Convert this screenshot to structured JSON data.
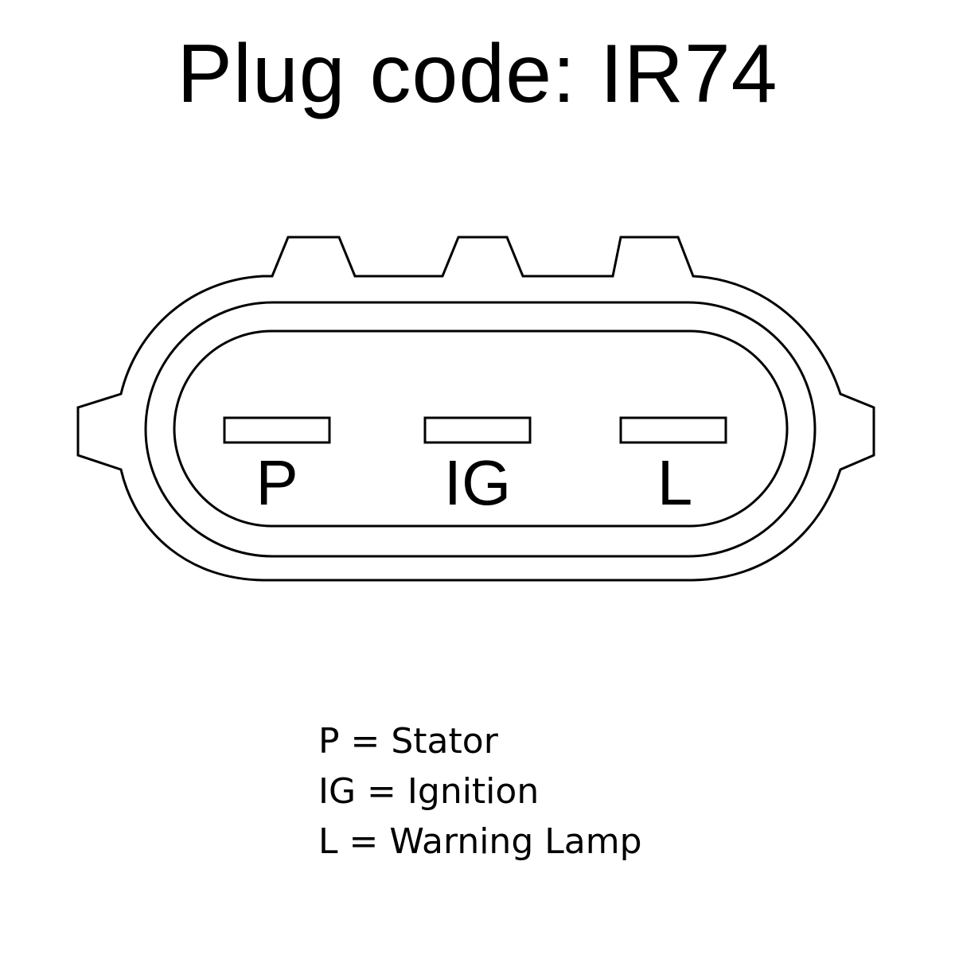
{
  "title": "Plug code: IR74",
  "pins": [
    {
      "code": "P"
    },
    {
      "code": "IG"
    },
    {
      "code": "L"
    }
  ],
  "legend": [
    {
      "text": "P = Stator"
    },
    {
      "text": "IG = Ignition"
    },
    {
      "text": "L = Warning Lamp"
    }
  ],
  "colors": {
    "line": "#000000",
    "background": "#ffffff"
  }
}
